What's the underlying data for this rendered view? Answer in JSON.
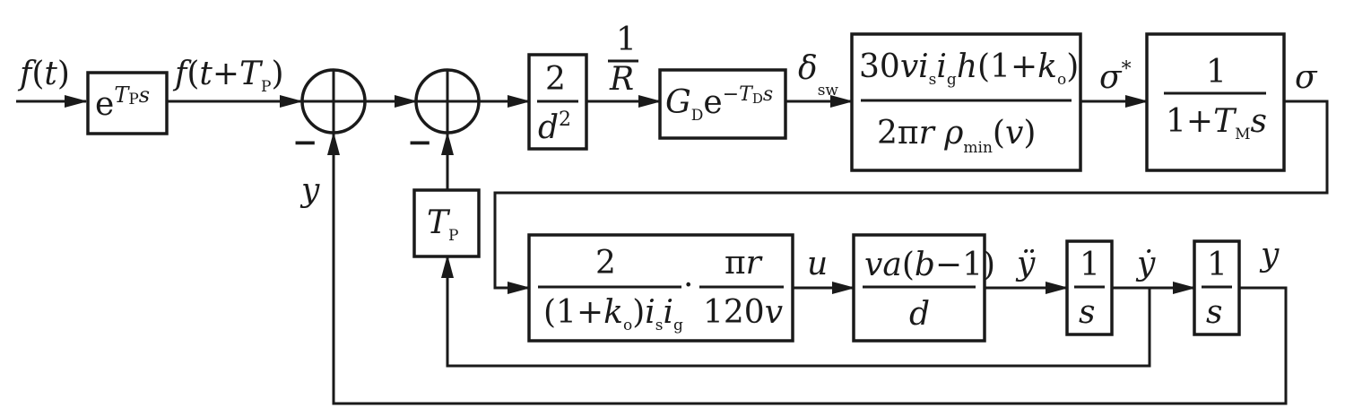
{
  "signals": {
    "input": "f(t)",
    "predicted": "f(t+T_P)",
    "inv_radius": "1/R",
    "steer": "δ_sw",
    "sigma_star": "σ*",
    "sigma": "σ",
    "u": "u",
    "y_ddot": "ÿ",
    "y_dot": "ẏ",
    "y_out": "y",
    "y_feedback": "y"
  },
  "signs": {
    "sum1_minus": "−",
    "sum2_minus": "−"
  },
  "blocks": {
    "predictor": "e^{T_P s}",
    "curvature_gain": "2/d²",
    "driver_delay": "G_D e^{−T_D s}",
    "steer_to_lateral": "30 v i_s i_g h(1+k_o) / (2π r ρ_min(v))",
    "lag": "1/(1+T_M s)",
    "tp_gain": "T_P",
    "conversion_gain": "2/((1+k_o) i_s i_g) · πr/(120v)",
    "lateral_dynamics": "va(b−1)/d",
    "integrator_1": "1/s",
    "integrator_2": "1/s"
  },
  "colors": {
    "ink": "#1a1a1a",
    "background": "#ffffff"
  }
}
